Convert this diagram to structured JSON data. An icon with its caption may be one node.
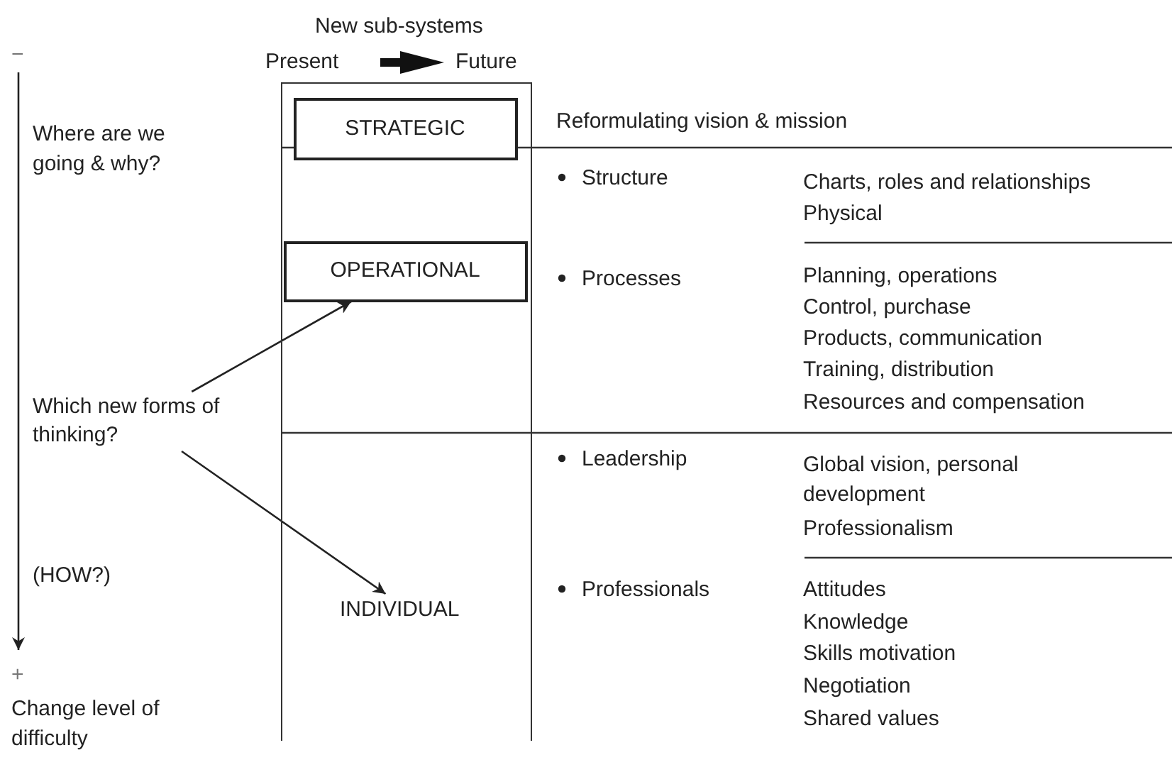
{
  "diagram": {
    "nodes": [
      {
        "text": [],
        "shape": "box"
      },
      {
        "text": [
          "STRATEGIC"
        ],
        "in": 0
      },
      {
        "text": [
          "OPERATIONAL"
        ],
        "in": 0
      },
      {
        "text": [
          "INDIVIDUAL"
        ],
        "in": 0
      },
      {
        "text": [
          "Which new forms of thinking?"
        ]
      }
    ],
    "edges": [
      {
        "from": 4,
        "to": 2,
        "arrow": "to"
      },
      {
        "from": 4,
        "to": 3,
        "arrow": "to"
      }
    ],
    "labels": [
      "New sub-systems",
      "Present",
      "Future",
      "−",
      "Where are we going & why?",
      "Reformulating vision & mission",
      "Structure",
      "Charts, roles and relationships",
      "Physical",
      "Processes",
      "Planning, operations",
      "Control, purchase",
      "Products, communication",
      "Training, distribution",
      "Resources and compensation",
      "Leadership",
      "Global vision, personal development",
      "Professionalism",
      "Professionals",
      "Attitudes",
      "Knowledge",
      "Skills motivation",
      "Negotiation",
      "Shared values",
      "(HOW?)",
      "+",
      "Change level of difficulty"
    ]
  }
}
